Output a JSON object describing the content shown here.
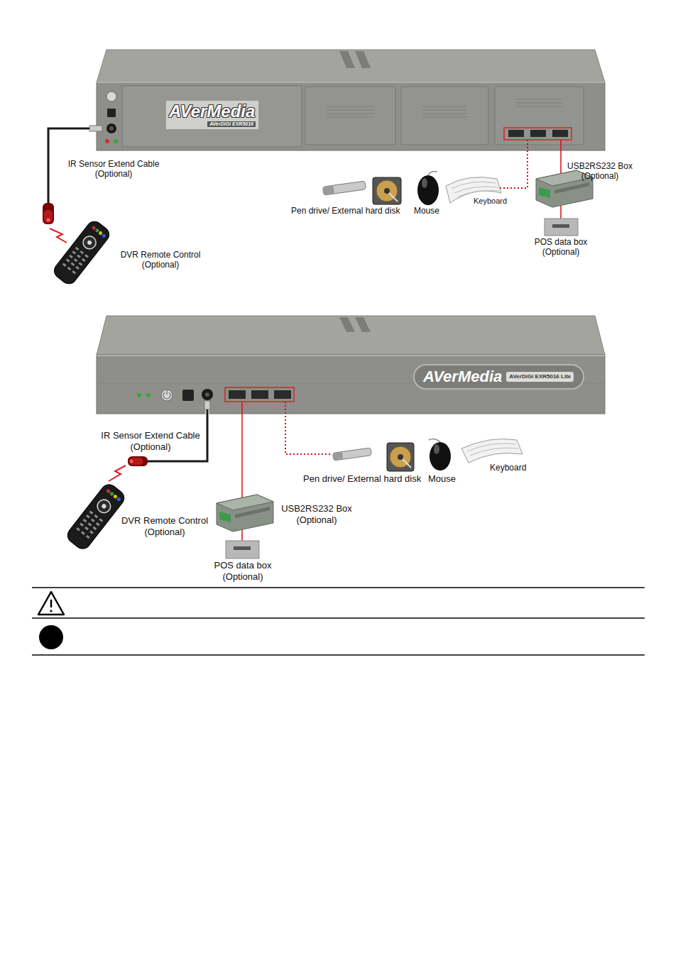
{
  "diagram": {
    "nodes": [
      {
        "text": [
          "AVerMedia",
          "AVerDiGi EXR5016"
        ]
      },
      {
        "text": [
          "AVerMedia",
          "AVerDiGi EXR5016 Lite"
        ]
      }
    ],
    "labels": [
      "IR Sensor Extend Cable (Optional)",
      "DVR Remote Control (Optional)",
      "Pen drive/ External hard disk",
      "Mouse",
      "Keyboard",
      "USB2RS232 Box (Optional)",
      "POS data box (Optional)",
      "IR Sensor Extend Cable (Optional)",
      "Pen drive/ External hard disk",
      "Mouse",
      "Keyboard",
      "USB2RS232 Box (Optional)",
      "DVR Remote Control (Optional)",
      "POS data box (Optional)"
    ]
  }
}
